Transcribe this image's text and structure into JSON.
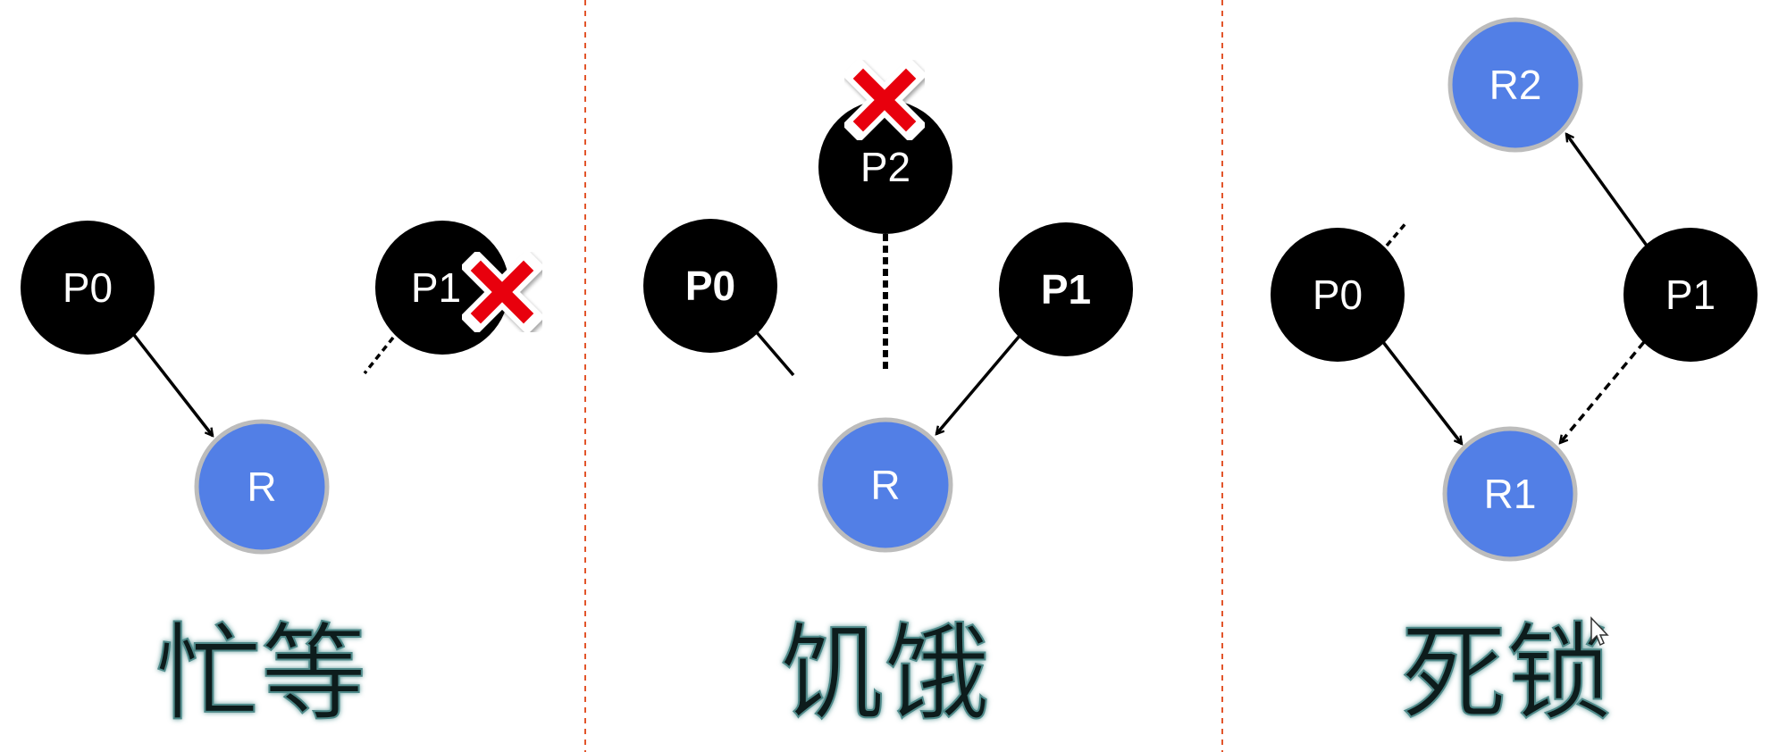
{
  "colors": {
    "process": "#000000",
    "resource": "#527fe6",
    "resource_border": "#bcbcbc",
    "divider": "#e2552b",
    "cross": "#e8000b",
    "caption_fill": "#0f1d1d",
    "caption_glow": "#4f8a8a"
  },
  "panels": [
    {
      "caption": "忙等",
      "nodes": {
        "p0": "P0",
        "p1": "P1",
        "r": "R"
      },
      "marks": [
        "cross-icon"
      ]
    },
    {
      "caption": "饥饿",
      "nodes": {
        "p0": "P0",
        "p1": "P1",
        "p2": "P2",
        "r": "R"
      },
      "marks": [
        "cross-icon"
      ]
    },
    {
      "caption": "死锁",
      "nodes": {
        "p0": "P0",
        "p1": "P1",
        "r1": "R1",
        "r2": "R2"
      },
      "marks": [
        "cursor-icon"
      ]
    }
  ]
}
